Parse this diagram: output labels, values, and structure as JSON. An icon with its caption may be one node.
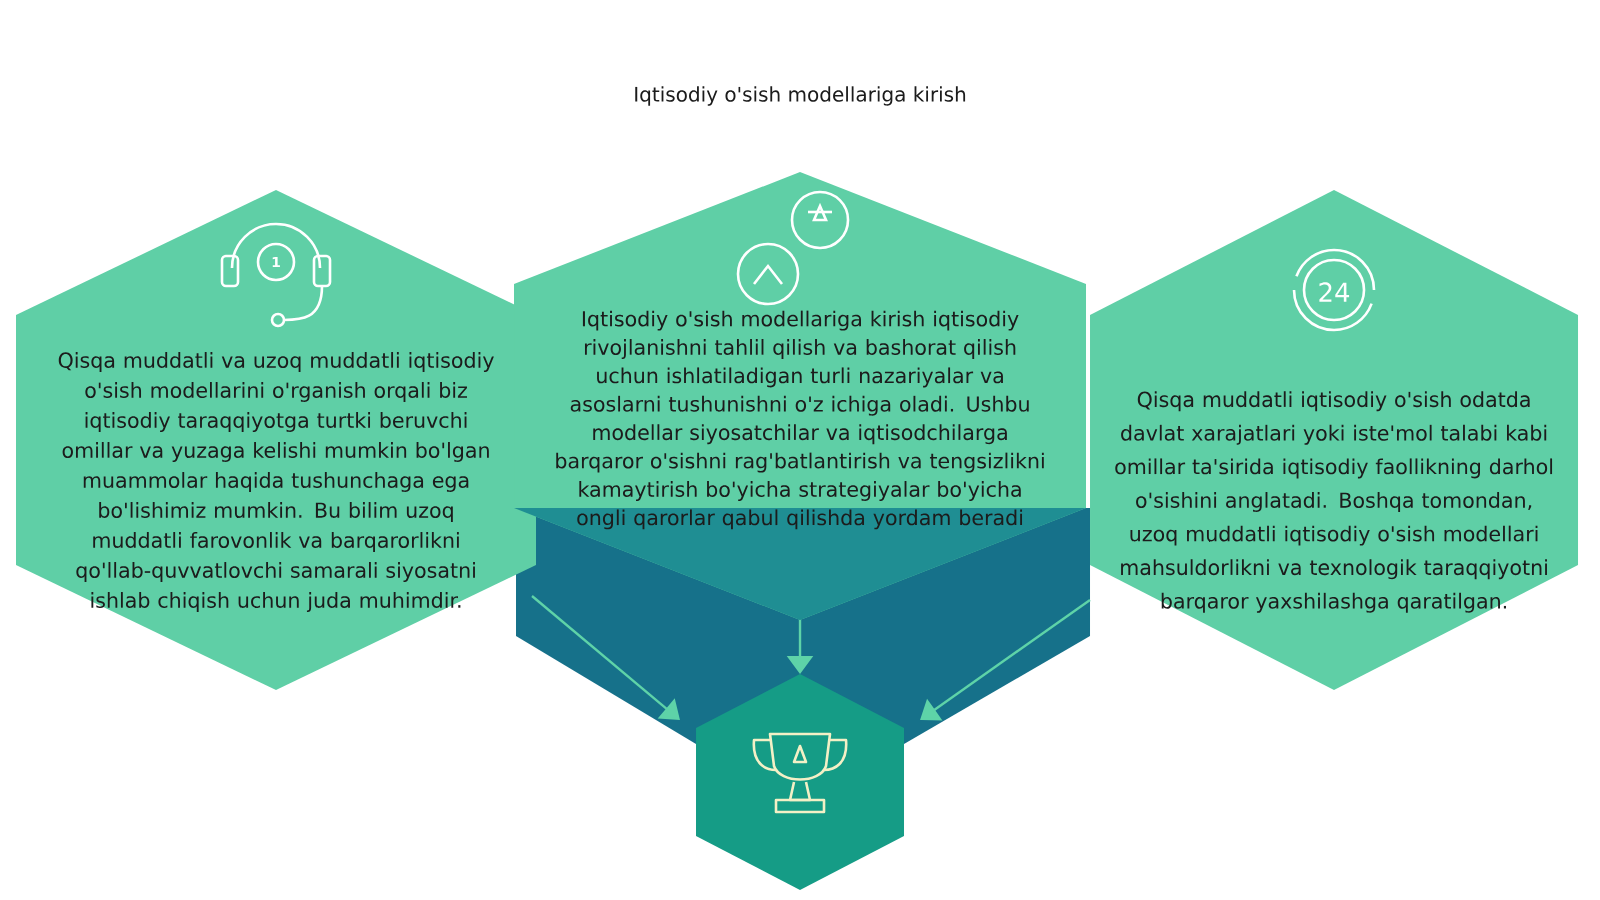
{
  "diagram": {
    "title": "Iqtisodiy o'sish modellariga kirish",
    "nodes": [
      {
        "text": [
          "Qisqa muddatli va uzoq muddatli iqtisodiy o'sish modellarini o'rganish orqali biz iqtisodiy taraqqiyotga turtki beruvchi omillar va yuzaga kelishi mumkin bo'lgan muammolar haqida tushunchaga ega bo'lishimiz mumkin. Bu bilim uzoq muddatli farovonlik va barqarorlikni qo'llab-quvvatlovchi samarali siyosatni ishlab chiqish uchun juda muhimdir."
        ]
      },
      {
        "text": [
          "Iqtisodiy o'sish modellariga kirish iqtisodiy rivojlanishni tahlil qilish va bashorat qilish uchun ishlatiladigan turli nazariyalar va asoslarni tushunishni o'z ichiga oladi. Ushbu modellar siyosatchilar va iqtisodchilarga barqaror o'sishni rag'batlantirish va tengsizlikni kamaytirish bo'yicha strategiyalar bo'yicha ongli qarorlar qabul qilishda yordam beradi"
        ]
      },
      {
        "text": [
          "Qisqa muddatli iqtisodiy o'sish odatda davlat xarajatlari yoki iste'mol talabi kabi omillar ta'sirida iqtisodiy faollikning darhol o'sishini anglatadi. Boshqa tomondan, uzoq muddatli iqtisodiy o'sish modellari mahsuldorlikni va texnologik taraqqiyotni barqaror yaxshilashga qaratilgan."
        ]
      },
      {
        "text": [],
        "shape": "hexagon"
      }
    ],
    "edges": [
      {
        "from": 0,
        "to": 3,
        "arrow": "to"
      },
      {
        "from": 1,
        "to": 3,
        "arrow": "to"
      },
      {
        "from": 2,
        "to": 3,
        "arrow": "to"
      }
    ],
    "labels": [
      "1",
      "24"
    ]
  }
}
